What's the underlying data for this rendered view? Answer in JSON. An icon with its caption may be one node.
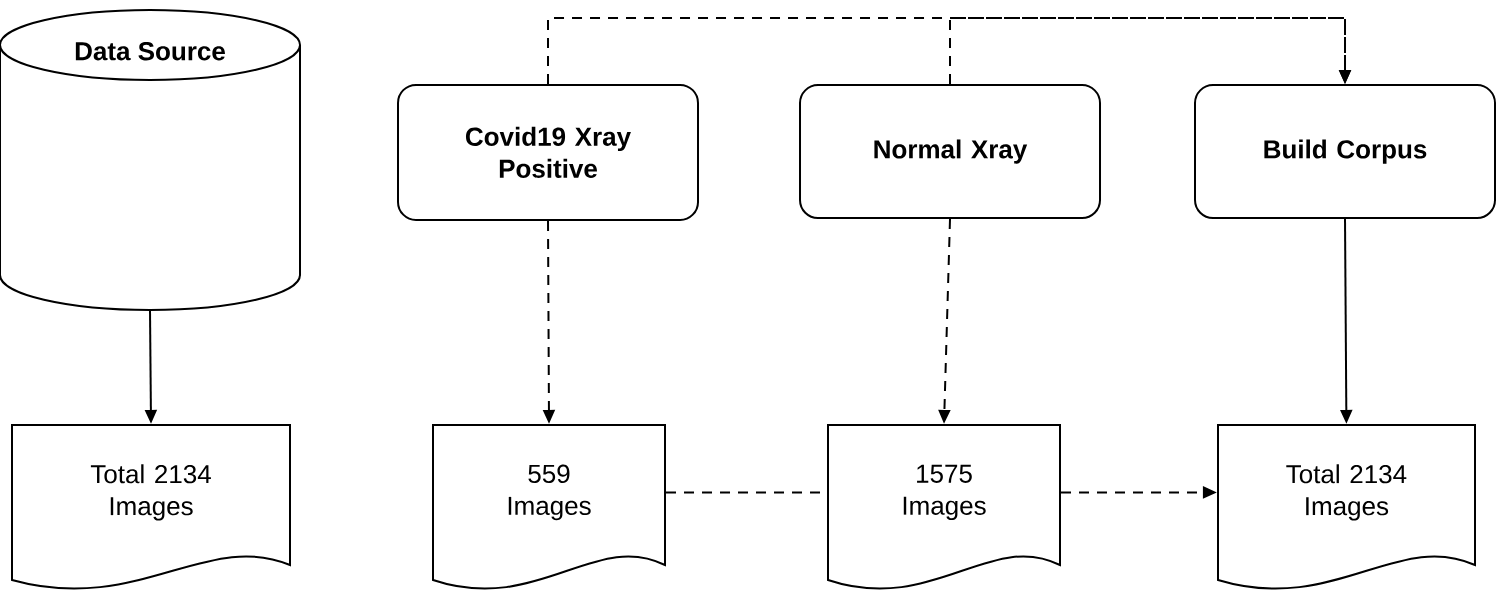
{
  "diagram": {
    "nodes": [
      {
        "text": [
          "Data Source"
        ]
      },
      {
        "text": [
          "Covid19 Xray Positive"
        ]
      },
      {
        "text": [
          "Normal Xray"
        ]
      },
      {
        "text": [
          "Build Corpus"
        ]
      },
      {
        "text": [
          "Total 2134 Images"
        ]
      },
      {
        "text": [
          "559 Images"
        ]
      },
      {
        "text": [
          "1575 Images"
        ]
      },
      {
        "text": [
          "Total 2134 Images"
        ]
      }
    ],
    "edges": [
      {
        "from": 0,
        "to": 4,
        "arrow": "to"
      },
      {
        "from": 1,
        "to": 5,
        "arrow": "to",
        "style": "dashed"
      },
      {
        "from": 2,
        "to": 6,
        "arrow": "to",
        "style": "dashed"
      },
      {
        "from": 3,
        "to": 7,
        "arrow": "to"
      },
      {
        "from": 5,
        "to": 6,
        "arrow": "none",
        "style": "dashed"
      },
      {
        "from": 6,
        "to": 7,
        "arrow": "to",
        "style": "dashed"
      },
      {
        "from": 1,
        "to": 3,
        "arrow": "to",
        "style": "dashed"
      },
      {
        "from": 2,
        "to": 3,
        "arrow": "to",
        "style": "dashed"
      }
    ]
  }
}
